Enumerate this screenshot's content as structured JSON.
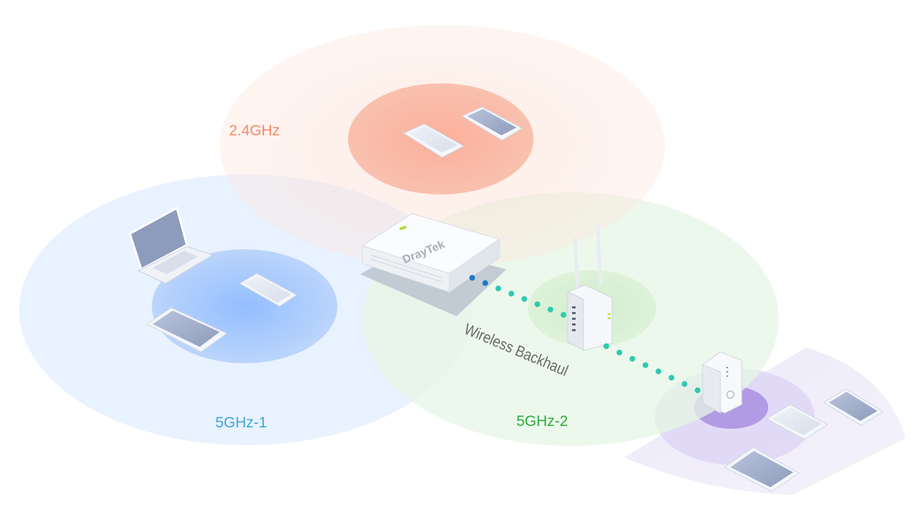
{
  "bands": [
    {
      "label": "2.4GHz",
      "color": "#f4896b"
    },
    {
      "label": "5GHz-1",
      "color": "#3fa3e0"
    },
    {
      "label": "5GHz-2",
      "color": "#2bab3c"
    }
  ],
  "link_label": "Wireless Backhaul",
  "router_brand": "DrayTek",
  "colors": {
    "zone_24": "#f7a58a",
    "zone_5g1": "#8fb8f6",
    "zone_5g2": "#a6dfa3",
    "mesh_zone": "#c5b6ee",
    "backhaul_dot": "#2ec9b0",
    "backhaul_dot_near": "#1e78c8"
  }
}
